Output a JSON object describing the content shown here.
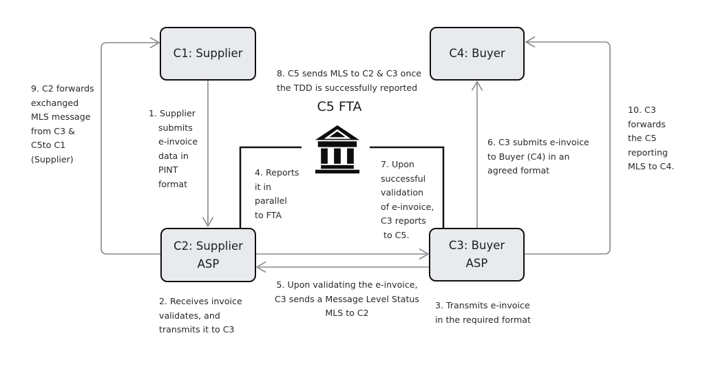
{
  "diagram": {
    "nodes": {
      "c1": "C1: Supplier",
      "c2": "C2: Supplier\nASP",
      "c3": "C3: Buyer\nASP",
      "c4": "C4: Buyer",
      "c5": "C5 FTA"
    },
    "annotations": {
      "step1": "1. Supplier\nsubmits\ne-invoice\ndata in\nPINT\nformat",
      "step2": "2. Receives invoice\nvalidates, and\ntransmits it to C3",
      "step3": "3. Transmits e-invoice\nin the required format",
      "step4": "4. Reports\nit in\nparallel\nto FTA",
      "step5": "5. Upon validating the e-invoice,\nC3 sends a Message Level Status\nMLS to C2",
      "step6": "6. C3 submits e-invoice\nto Buyer (C4) in an\nagreed format",
      "step7": "7. Upon\nsuccessful\nvalidation\nof e-invoice,\nC3 reports\n to C5.",
      "step8": "8. C5 sends MLS to C2 & C3 once\nthe TDD is successfully reported",
      "step9": "9. C2 forwards\nexchanged\nMLS message\nfrom C3 &\nC5to C1\n(Supplier)",
      "step10": "10. C3\nforwards\nthe C5\nreporting\nMLS to C4."
    },
    "icons": {
      "c5_building": "bank-building-icon"
    },
    "colors": {
      "node_fill": "#e8eaed",
      "node_border": "#0f0f0f",
      "flow_line": "#85898d",
      "report_line": "#111111",
      "text": "#202124"
    }
  }
}
